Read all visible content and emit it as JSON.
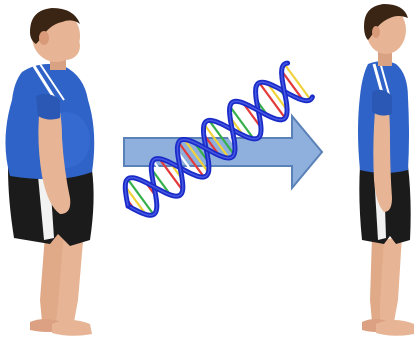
{
  "scene": {
    "figures": [
      {
        "name": "before-figure",
        "build": "heavy"
      },
      {
        "name": "after-figure",
        "build": "slim"
      }
    ],
    "center_graphic": [
      "dna-double-helix",
      "arrow-right"
    ],
    "colors": {
      "shirt": "#2f63c8",
      "shirt_stripe": "#ffffff",
      "shorts": "#1b1b1b",
      "shorts_panel": "#f2f2f2",
      "skin": "#e7b595",
      "hair": "#3a2414",
      "arrow_fill": "#8fb0dd",
      "arrow_stroke": "#5b82b8",
      "dna_backbone": "#1a2bc8",
      "dna_rungs": [
        "#e33a3a",
        "#f0d23a",
        "#36b04a",
        "#ffffff"
      ]
    }
  }
}
